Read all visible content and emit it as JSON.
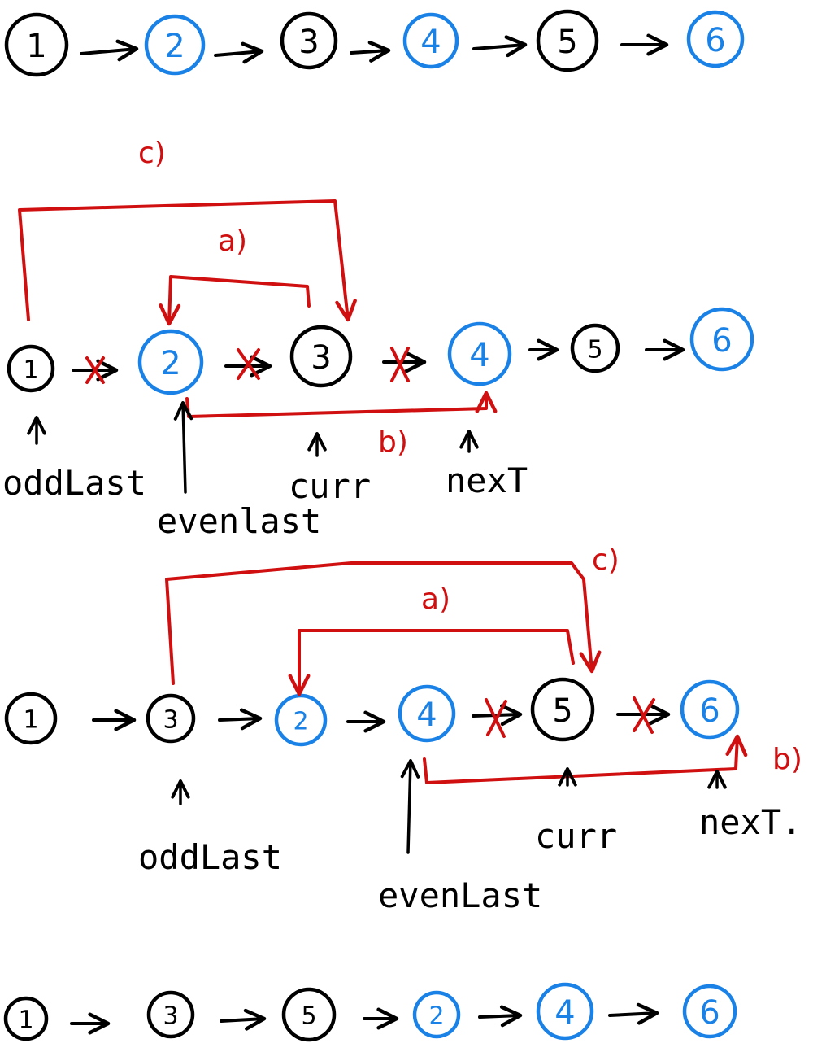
{
  "colors": {
    "odd": "#000000",
    "even": "#1a82e6",
    "annotation": "#d01010"
  },
  "rows": [
    {
      "id": "initial",
      "nodes": [
        "1",
        "2",
        "3",
        "4",
        "5",
        "6"
      ]
    },
    {
      "id": "step-1",
      "nodes": [
        "1",
        "2",
        "3",
        "4",
        "5",
        "6"
      ]
    },
    {
      "id": "step-2",
      "nodes": [
        "1",
        "3",
        "2",
        "4",
        "5",
        "6"
      ]
    },
    {
      "id": "final",
      "nodes": [
        "1",
        "3",
        "5",
        "2",
        "4",
        "6"
      ]
    }
  ],
  "step1": {
    "pointers": {
      "odd_last": "oddLast",
      "even_last": "evenlast",
      "curr": "curr",
      "next": "nexT"
    },
    "steps": {
      "a": "a)",
      "b": "b)",
      "c": "c)"
    }
  },
  "step2": {
    "pointers": {
      "odd_last": "oddLast",
      "even_last": "evenLast",
      "curr": "curr",
      "next": "nexT."
    },
    "steps": {
      "a": "a)",
      "b": "b)",
      "c": "c)"
    }
  }
}
